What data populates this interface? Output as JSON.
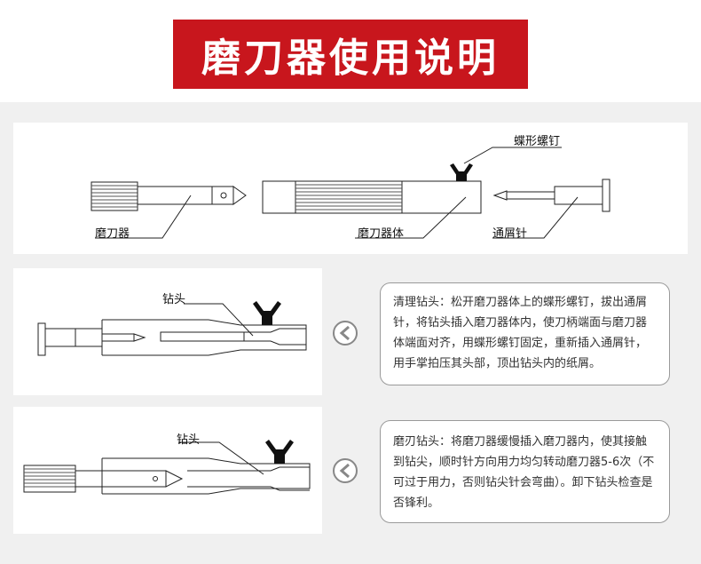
{
  "header": {
    "title": "磨刀器使用说明"
  },
  "panel1": {
    "label_wing_screw": "蝶形螺钉",
    "label_sharpener": "磨刀器",
    "label_body": "磨刀器体",
    "label_clean_pin": "通屑针"
  },
  "step1": {
    "label_drill_head": "钻头",
    "instructions": "清理钻头：松开磨刀器体上的蝶形螺钉，拔出通屑针，将钻头插入磨刀器体内，使刀柄端面与磨刀器体端面对齐，用蝶形螺钉固定，重新插入通屑针，用手掌拍压其头部，顶出钻头内的纸屑。",
    "arrow_icon": "left-arrow-circle-icon"
  },
  "step2": {
    "label_drill_head": "钻头",
    "instructions": "磨刃钻头：将磨刀器缓慢插入磨刀器内，使其接触到钻尖，顺时针方向用力均匀转动磨刀器5-6次（不可过于用力，否则钻尖针会弯曲）。卸下钻头检查是否锋利。",
    "arrow_icon": "left-arrow-circle-icon"
  },
  "colors": {
    "accent": "#c8161d",
    "background": "#f0f0f0",
    "panel": "#ffffff"
  }
}
